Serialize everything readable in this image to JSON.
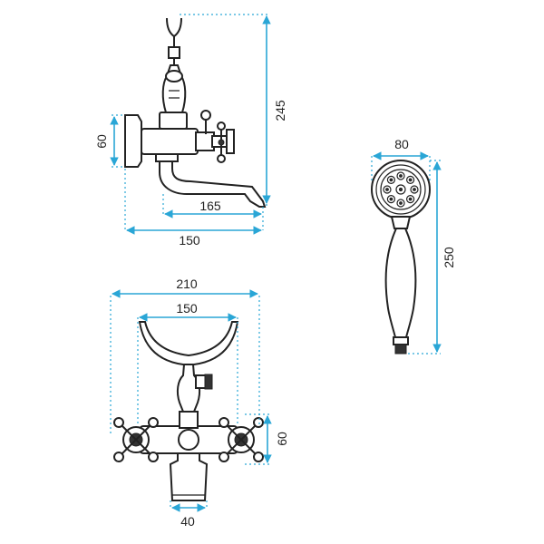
{
  "colors": {
    "outline": "#222222",
    "dimension": "#2aa6d6",
    "background": "#ffffff"
  },
  "side_view": {
    "height": "245",
    "depth": "60",
    "spout_reach": "165",
    "overall_reach": "150"
  },
  "hand_shower": {
    "diameter": "80",
    "length": "250"
  },
  "front_view": {
    "overall_width": "210",
    "cradle_width": "150",
    "body_height": "60",
    "spout_width": "40"
  }
}
